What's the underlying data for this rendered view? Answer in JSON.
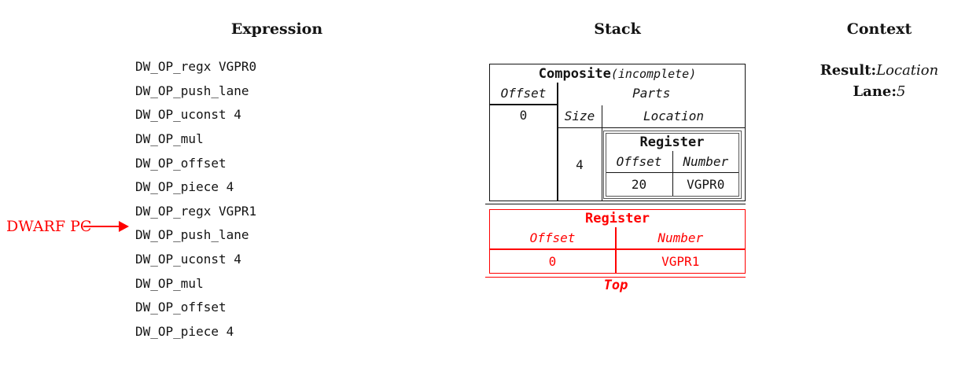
{
  "colors": {
    "red": "#ff0000",
    "ink": "#141414",
    "muted_border": "#555555"
  },
  "columns": {
    "expression": {
      "title": "Expression"
    },
    "stack": {
      "title": "Stack"
    },
    "context": {
      "title": "Context"
    }
  },
  "expression": {
    "items": [
      "DW_OP_regx VGPR0",
      "DW_OP_push_lane",
      "DW_OP_uconst 4",
      "DW_OP_mul",
      "DW_OP_offset",
      "DW_OP_piece 4",
      "DW_OP_regx VGPR1",
      "DW_OP_push_lane",
      "DW_OP_uconst 4",
      "DW_OP_mul",
      "DW_OP_offset",
      "DW_OP_piece 4"
    ],
    "pc_label": "DWARF PC"
  },
  "stack": {
    "composite": {
      "title": "Composite",
      "qualifier": "(incomplete)",
      "offset_header": "Offset",
      "parts_header": "Parts",
      "offset_value": "0",
      "size_header": "Size",
      "location_header": "Location",
      "size_value": "4",
      "register": {
        "title": "Register",
        "offset_header": "Offset",
        "number_header": "Number",
        "offset_value": "20",
        "number_value": "VGPR0"
      }
    },
    "top_entry": {
      "title": "Register",
      "offset_header": "Offset",
      "number_header": "Number",
      "offset_value": "0",
      "number_value": "VGPR1"
    },
    "top_label": "Top"
  },
  "context": {
    "result_label": "Result:",
    "result_value": "Location",
    "lane_label": "Lane:",
    "lane_value": "5"
  }
}
